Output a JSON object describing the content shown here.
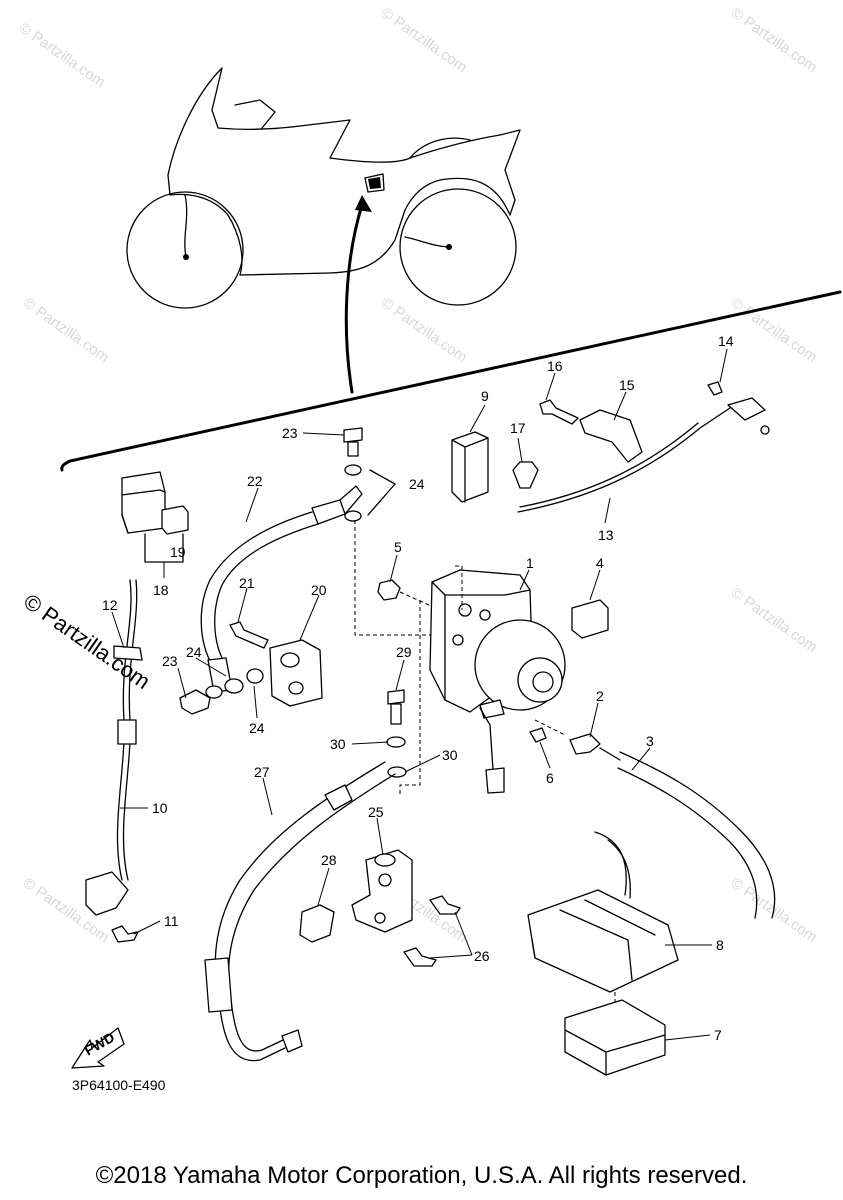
{
  "watermarks": {
    "text": "© Partzilla.com",
    "large_text": "© Partzilla.com"
  },
  "diagram": {
    "code": "3P64100-E490",
    "fwd_label": "FWD",
    "callouts": [
      "1",
      "2",
      "3",
      "4",
      "5",
      "6",
      "7",
      "8",
      "9",
      "10",
      "11",
      "12",
      "13",
      "14",
      "15",
      "16",
      "17",
      "18",
      "19",
      "20",
      "21",
      "22",
      "23",
      "23",
      "24",
      "24",
      "24",
      "25",
      "26",
      "27",
      "28",
      "29",
      "30",
      "30"
    ]
  },
  "footer": {
    "copyright": "©2018 Yamaha Motor Corporation, U.S.A. All rights reserved."
  }
}
